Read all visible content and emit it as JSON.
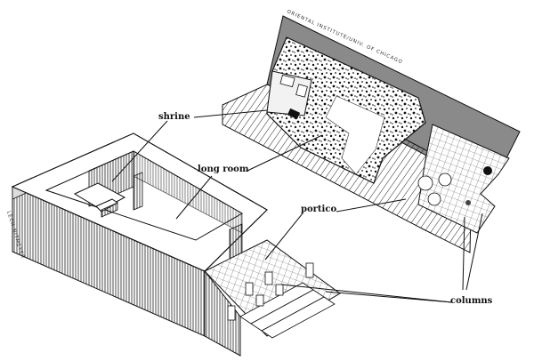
{
  "credits": {
    "institution": "ORIENTAL INSTITUTE/UNIV. OF CHICAGO",
    "artist": "LECH NITMEYER"
  },
  "labels": {
    "shrine": "shrine",
    "long_room": "long room",
    "portico": "portico",
    "columns": "columns"
  },
  "colors": {
    "ink": "#111111",
    "paper": "#ffffff",
    "shade": "#8a8a8a"
  }
}
